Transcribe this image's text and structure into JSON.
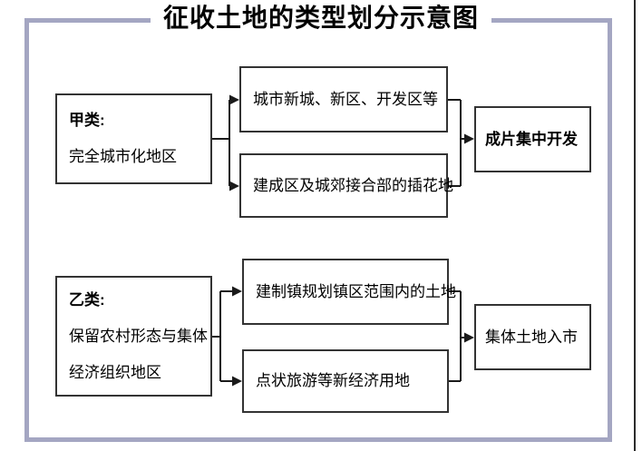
{
  "page": {
    "title": "征收土地的类型划分示意图"
  },
  "colors": {
    "frame_accent": "#a4a6c2",
    "box_border": "#333333",
    "connector": "#1a1a1a",
    "text": "#000000",
    "background": "#ffffff"
  },
  "groups": [
    {
      "source": {
        "heading": "甲类:",
        "lines": [
          "完全城市化地区"
        ]
      },
      "branches": [
        "城市新城、新区、开发区等",
        "建成区及城郊接合部的插花地"
      ],
      "result": "成片集中开发"
    },
    {
      "source": {
        "heading": "乙类:",
        "lines": [
          "保留农村形态与集体",
          "经济组织地区"
        ]
      },
      "branches": [
        "建制镇规划镇区范围内的土地",
        "点状旅游等新经济用地"
      ],
      "result": "集体土地入市"
    }
  ]
}
